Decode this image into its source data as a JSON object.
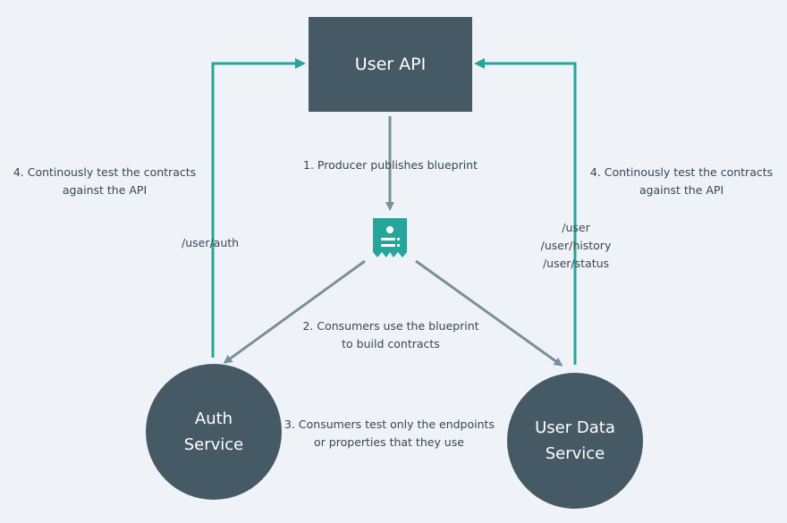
{
  "nodes": {
    "user_api": "User API",
    "auth_service_line1": "Auth",
    "auth_service_line2": "Service",
    "user_data_line1": "User Data",
    "user_data_line2": "Service"
  },
  "steps": {
    "step1": "1. Producer publishes blueprint",
    "step2_line1": "2. Consumers use the blueprint",
    "step2_line2": "to build contracts",
    "step3_line1": "3. Consumers test only the endpoints",
    "step3_line2": "or properties that they use",
    "step4_left_line1": "4. Continously test the contracts",
    "step4_left_line2": "against the API",
    "step4_right_line1": "4. Continously test the contracts",
    "step4_right_line2": "against the API"
  },
  "endpoints": {
    "auth": [
      "/user/auth"
    ],
    "user_data": [
      "/user",
      "/user/history",
      "/user/status"
    ]
  },
  "icons": {
    "blueprint": "document-receipt-icon"
  },
  "colors": {
    "node": "#455a64",
    "accent": "#26a69a",
    "arrow": "#78909c",
    "background": "#eff3f8"
  }
}
